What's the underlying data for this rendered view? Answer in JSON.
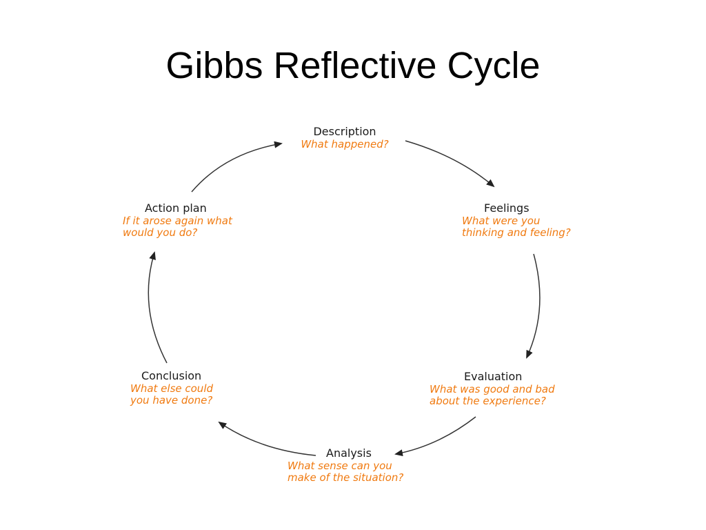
{
  "title": "Gibbs Reflective Cycle",
  "colors": {
    "stage_name": "#1a1a1a",
    "question": "#f07a10",
    "arrow": "#333333"
  },
  "stages": [
    {
      "name": "Description",
      "question": "What happened?"
    },
    {
      "name": "Feelings",
      "question": "What were you\nthinking and feeling?"
    },
    {
      "name": "Evaluation",
      "question": "What was good and bad\nabout the experience?"
    },
    {
      "name": "Analysis",
      "question": "What sense can you\nmake of the situation?"
    },
    {
      "name": "Conclusion",
      "question": "What else could\nyou have done?"
    },
    {
      "name": "Action plan",
      "question": "If it arose again what\nwould you do?"
    }
  ]
}
